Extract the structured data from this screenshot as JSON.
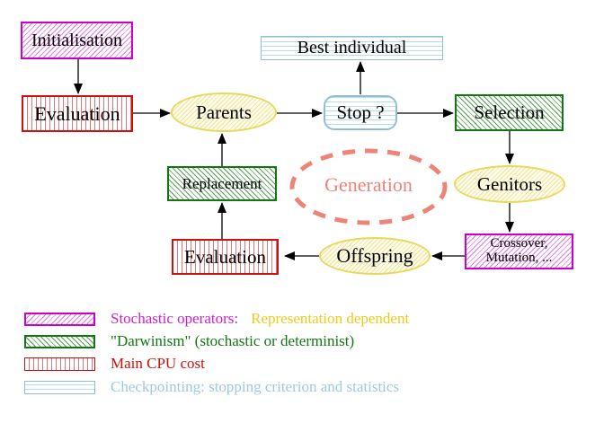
{
  "diagram": {
    "nodes": {
      "initialisation": {
        "label": "Initialisation"
      },
      "evaluation_top": {
        "label": "Evaluation"
      },
      "parents": {
        "label": "Parents"
      },
      "best_individual": {
        "label": "Best individual"
      },
      "stop": {
        "label": "Stop ?"
      },
      "selection": {
        "label": "Selection"
      },
      "genitors": {
        "label": "Genitors"
      },
      "crossover": {
        "label_line1": "Crossover,",
        "label_line2": "Mutation, ..."
      },
      "offspring": {
        "label": "Offspring"
      },
      "evaluation_bottom": {
        "label": "Evaluation"
      },
      "replacement": {
        "label": "Replacement"
      },
      "generation": {
        "label": "Generation"
      }
    },
    "edges": [
      {
        "from": "initialisation",
        "to": "evaluation_top"
      },
      {
        "from": "evaluation_top",
        "to": "parents"
      },
      {
        "from": "parents",
        "to": "stop"
      },
      {
        "from": "stop",
        "to": "best_individual"
      },
      {
        "from": "stop",
        "to": "selection"
      },
      {
        "from": "selection",
        "to": "genitors"
      },
      {
        "from": "genitors",
        "to": "crossover"
      },
      {
        "from": "crossover",
        "to": "offspring"
      },
      {
        "from": "offspring",
        "to": "evaluation_bottom"
      },
      {
        "from": "evaluation_bottom",
        "to": "replacement"
      },
      {
        "from": "replacement",
        "to": "parents"
      }
    ],
    "legend": [
      {
        "pattern": "magenta-diagonal-hatch",
        "text_primary": "Stochastic operators:",
        "text_secondary": "Representation dependent"
      },
      {
        "pattern": "green-diagonal-hatch",
        "text_primary": "\"Darwinism\" (stochastic or determinist)"
      },
      {
        "pattern": "red-vertical-lines",
        "text_primary": "Main CPU cost"
      },
      {
        "pattern": "cyan-horizontal-lines",
        "text_primary": "Checkpointing: stopping criterion and statistics"
      }
    ]
  },
  "colors": {
    "magenta-border": "#cc00cc",
    "magenta-line": "#e07ce0",
    "green-border": "#117711",
    "green-line": "#55a055",
    "red-border": "#cc1111",
    "red-line": "#dd7777",
    "cyan-border": "#90bfd4",
    "cyan-line": "#b8dcea",
    "yellow-border": "#e8d95e",
    "yellow-fill": "#fffdee",
    "yellow-line": "#f2e396",
    "salmon": "#ee8377",
    "magenta-text": "#cc22cc",
    "gold-text": "#eecb1d",
    "green-text": "#117711",
    "red-text": "#cc1111",
    "blue-text": "#9ccbe0",
    "arrow-black": "#000000"
  }
}
